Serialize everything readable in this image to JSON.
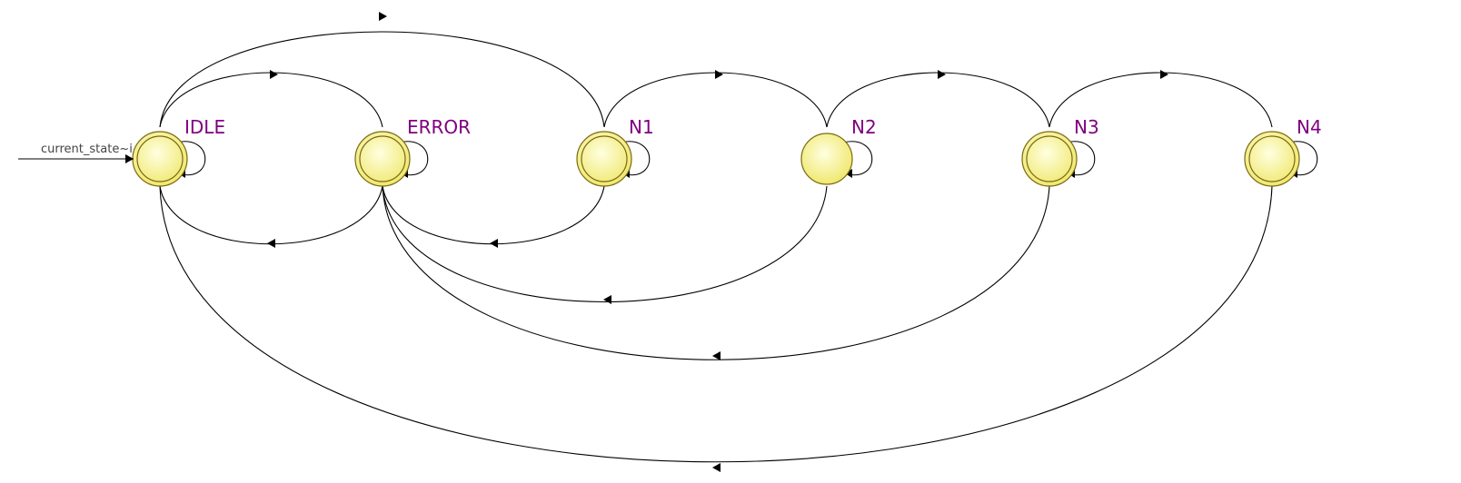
{
  "diagram": {
    "reset_label": "current_state~i",
    "initial_state": "IDLE",
    "states": [
      {
        "id": "IDLE",
        "label": "IDLE",
        "style": "double"
      },
      {
        "id": "ERROR",
        "label": "ERROR",
        "style": "double"
      },
      {
        "id": "N1",
        "label": "N1",
        "style": "double"
      },
      {
        "id": "N2",
        "label": "N2",
        "style": "single"
      },
      {
        "id": "N3",
        "label": "N3",
        "style": "double"
      },
      {
        "id": "N4",
        "label": "N4",
        "style": "double"
      }
    ],
    "transitions": [
      {
        "from": "IDLE",
        "to": "IDLE"
      },
      {
        "from": "ERROR",
        "to": "ERROR"
      },
      {
        "from": "N1",
        "to": "N1"
      },
      {
        "from": "N2",
        "to": "N2"
      },
      {
        "from": "N3",
        "to": "N3"
      },
      {
        "from": "N4",
        "to": "N4"
      },
      {
        "from": "IDLE",
        "to": "ERROR"
      },
      {
        "from": "IDLE",
        "to": "N1"
      },
      {
        "from": "N1",
        "to": "N2"
      },
      {
        "from": "N2",
        "to": "N3"
      },
      {
        "from": "N3",
        "to": "N4"
      },
      {
        "from": "ERROR",
        "to": "IDLE"
      },
      {
        "from": "N1",
        "to": "ERROR"
      },
      {
        "from": "N2",
        "to": "ERROR"
      },
      {
        "from": "N3",
        "to": "ERROR"
      },
      {
        "from": "N4",
        "to": "IDLE"
      }
    ]
  },
  "colors": {
    "state_fill_center": "#ffffe0",
    "state_fill_edge": "#f0e870",
    "state_stroke": "#7a6a10",
    "label": "#800080",
    "edge": "#000000",
    "reset_text": "#444444"
  }
}
